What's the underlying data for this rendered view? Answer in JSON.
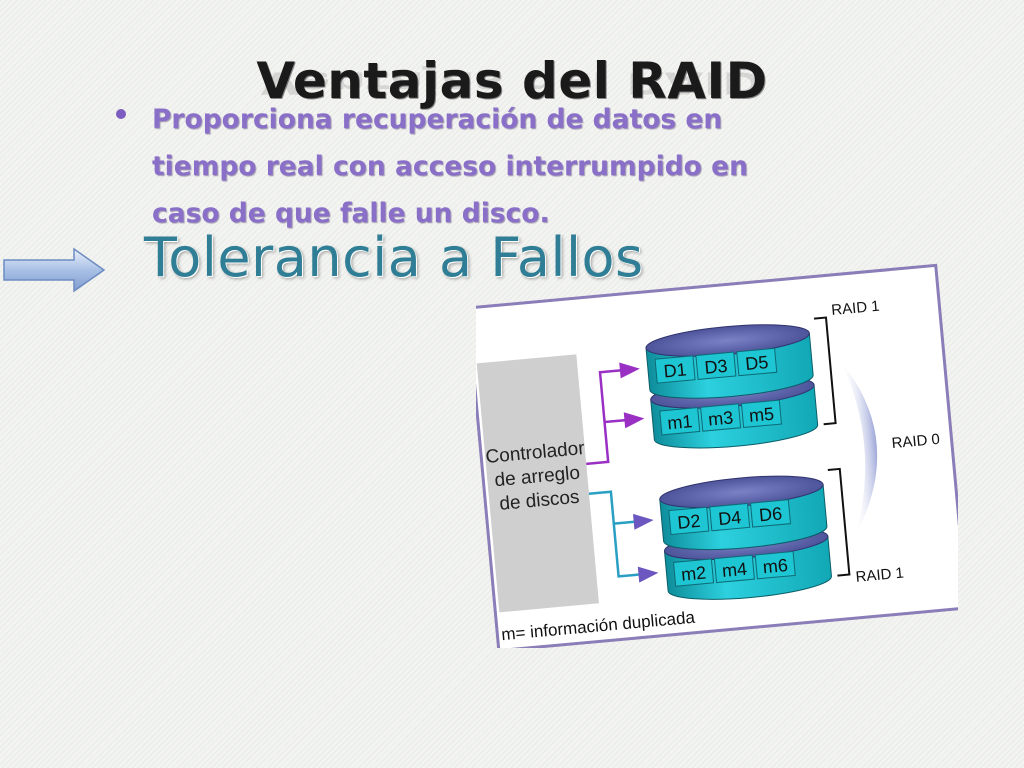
{
  "slide": {
    "title": "Ventajas del RAID",
    "bullet": "Proporciona recuperación de datos en tiempo real con acceso interrumpido en caso de que falle un disco.",
    "subheading": "Tolerancia a Fallos"
  },
  "diagram": {
    "controller": [
      "Controlador",
      "de arreglo",
      "de discos"
    ],
    "disks": {
      "d1": "D1",
      "d3": "D3",
      "d5": "D5",
      "m1": "m1",
      "m3": "m3",
      "m5": "m5",
      "d2": "D2",
      "d4": "D4",
      "d6": "D6",
      "m2": "m2",
      "m4": "m4",
      "m6": "m6"
    },
    "raid_top": "RAID 1",
    "raid_middle": "RAID 0",
    "raid_bottom": "RAID 1",
    "footnote": "m= información duplicada",
    "colors": {
      "disk_top": "#5b62a8",
      "disk_side": "#19b6c5",
      "arrow_purple": "#9a2fc4",
      "arrow_blue": "#2a9fc4",
      "controller_bg": "#cfcfcf"
    }
  }
}
